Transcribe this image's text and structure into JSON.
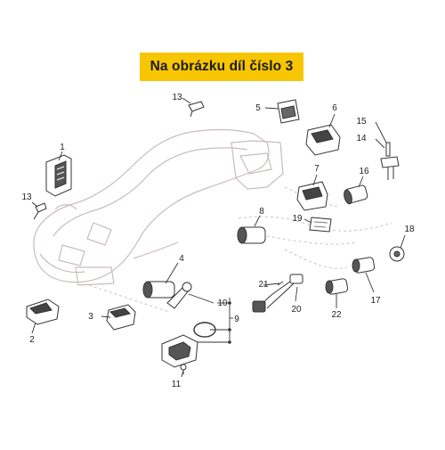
{
  "banner": {
    "text": "Na obrázku díl číslo 3",
    "color": "#f7c600"
  },
  "colors": {
    "line": "#333333",
    "faint": "#c9bcbc",
    "part_fill": "#ffffff",
    "part_shadow": "#444444"
  },
  "callouts": [
    {
      "id": "c1",
      "label": "1"
    },
    {
      "id": "c2",
      "label": "2"
    },
    {
      "id": "c3",
      "label": "3"
    },
    {
      "id": "c4",
      "label": "4"
    },
    {
      "id": "c5",
      "label": "5"
    },
    {
      "id": "c6",
      "label": "6"
    },
    {
      "id": "c7",
      "label": "7"
    },
    {
      "id": "c8",
      "label": "8"
    },
    {
      "id": "c9",
      "label": "9"
    },
    {
      "id": "c10",
      "label": "10"
    },
    {
      "id": "c11",
      "label": "11"
    },
    {
      "id": "c13a",
      "label": "13"
    },
    {
      "id": "c13b",
      "label": "13"
    },
    {
      "id": "c14",
      "label": "14"
    },
    {
      "id": "c15",
      "label": "15"
    },
    {
      "id": "c16",
      "label": "16"
    },
    {
      "id": "c17",
      "label": "17"
    },
    {
      "id": "c18",
      "label": "18"
    },
    {
      "id": "c19",
      "label": "19"
    },
    {
      "id": "c20",
      "label": "20"
    },
    {
      "id": "c21",
      "label": "21"
    },
    {
      "id": "c22",
      "label": "22"
    }
  ]
}
